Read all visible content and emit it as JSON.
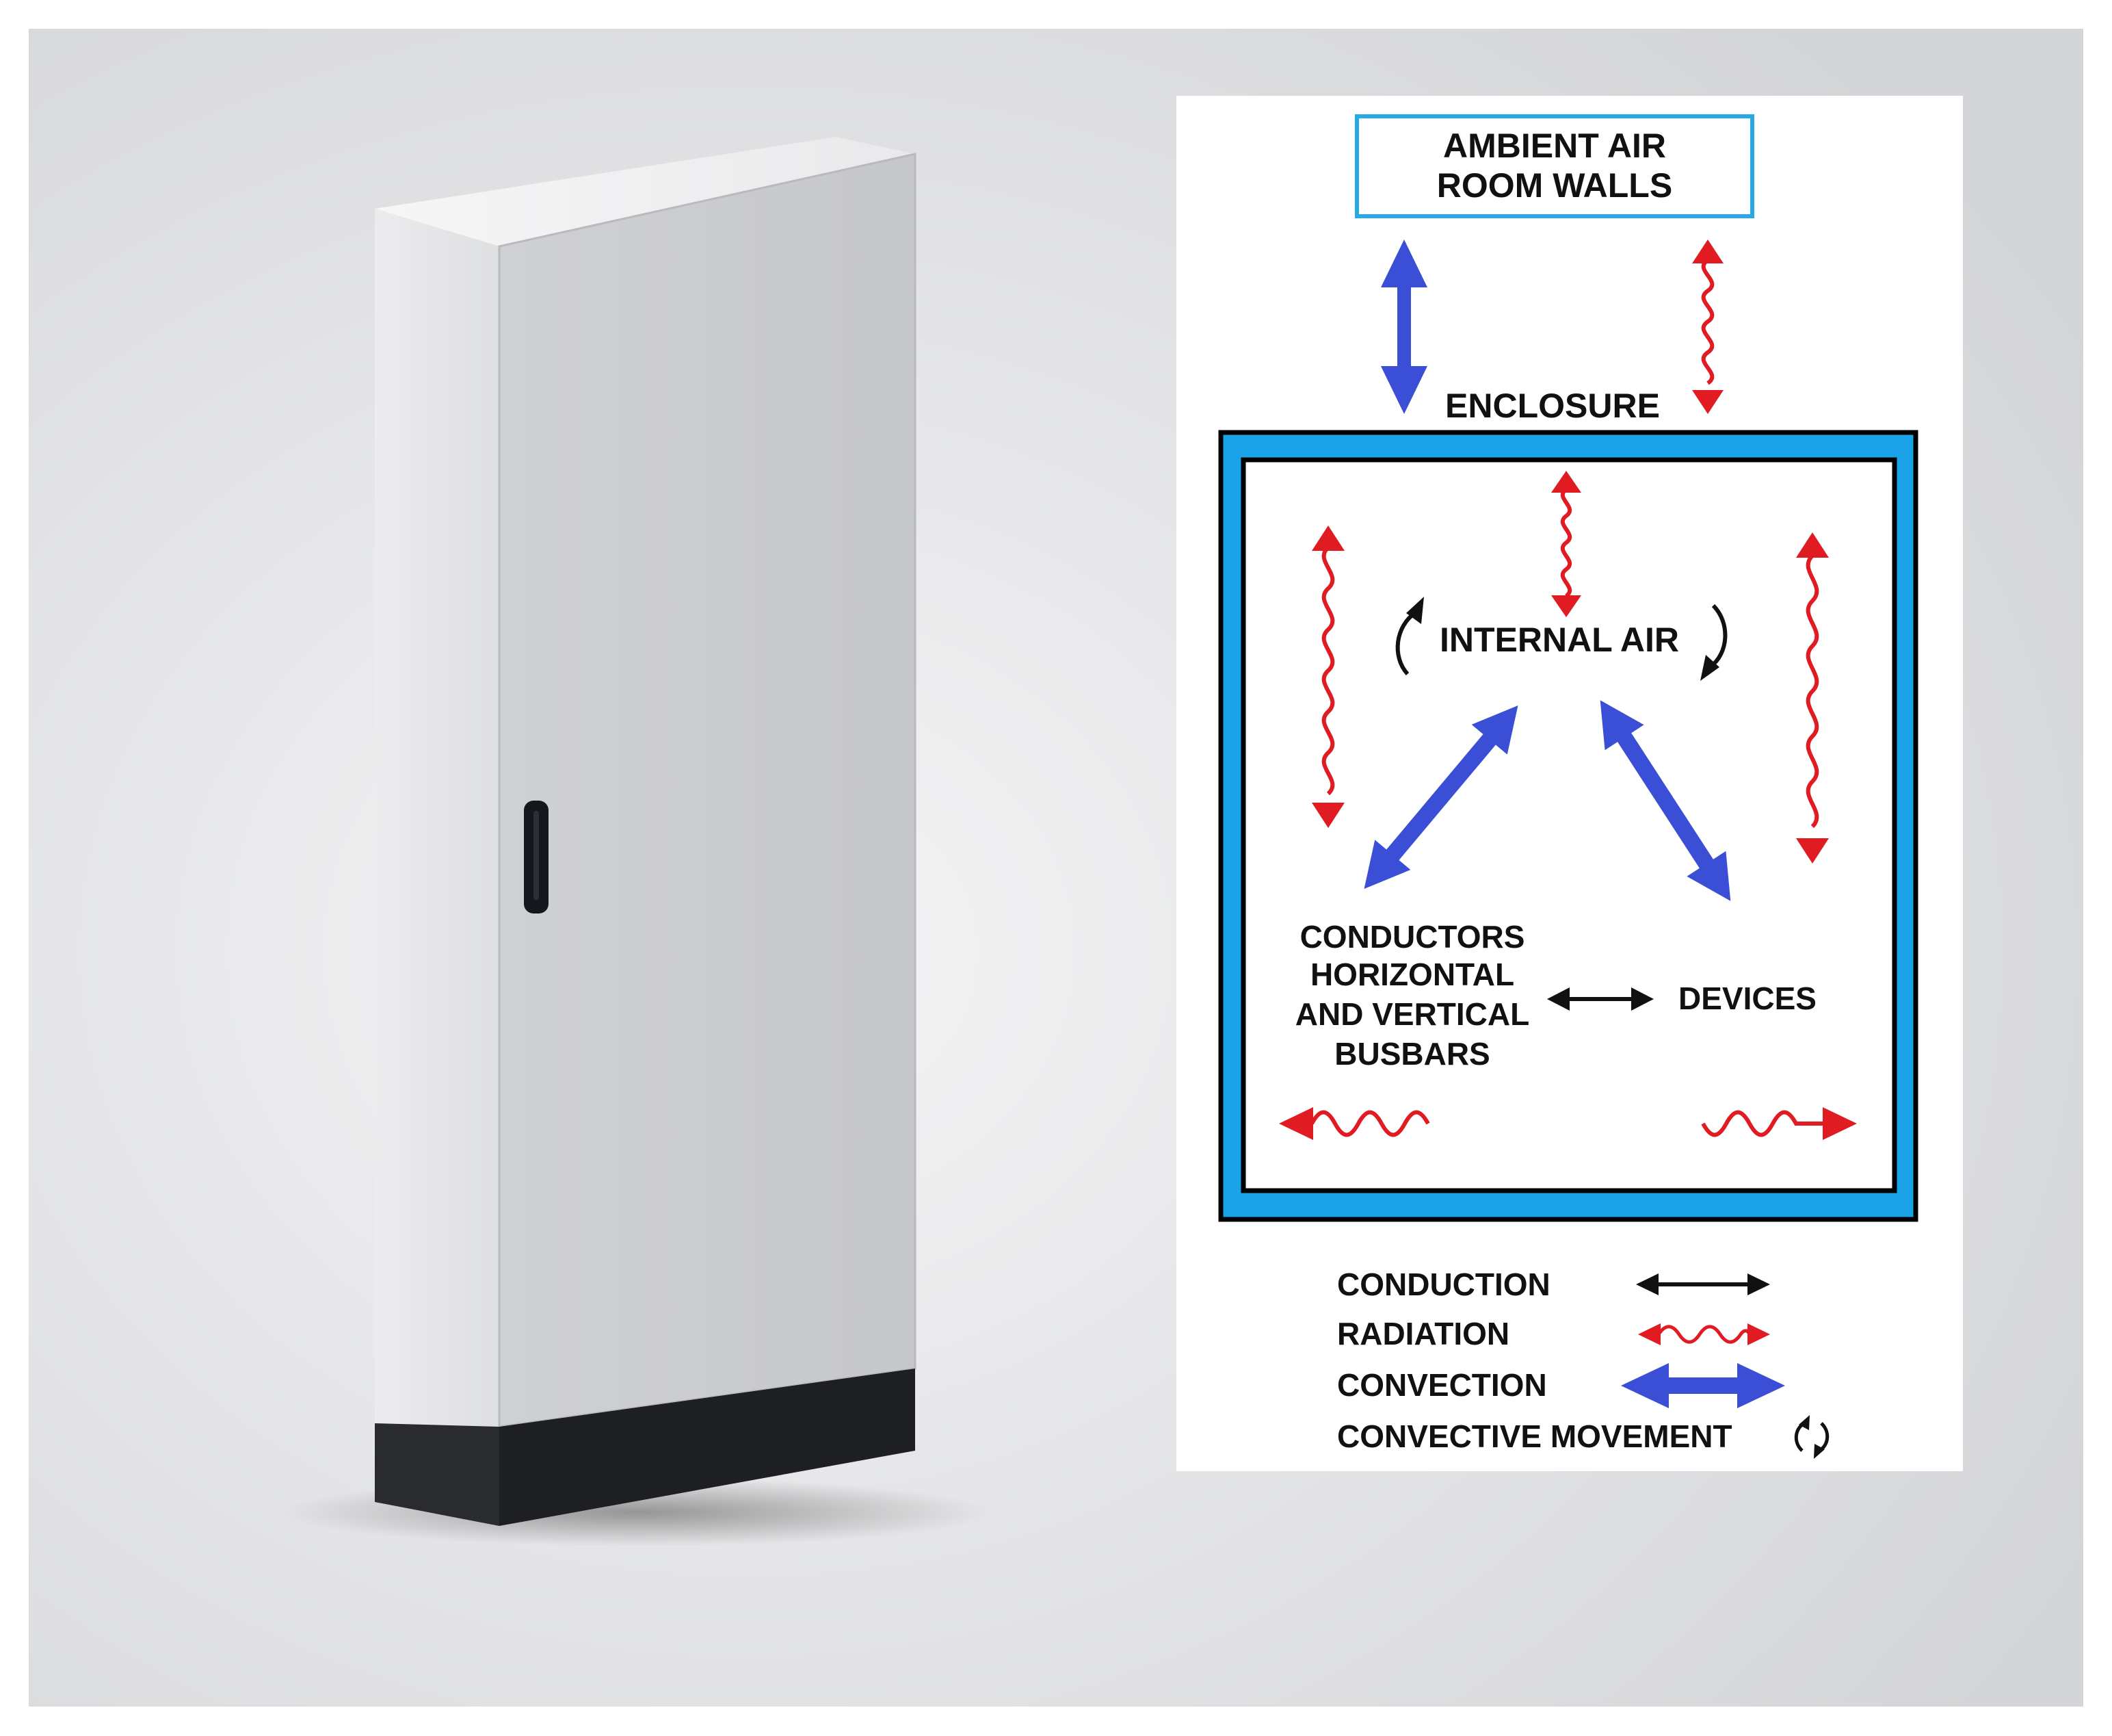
{
  "diagram": {
    "ambient_box": {
      "line1": "AMBIENT AIR",
      "line2": "ROOM WALLS"
    },
    "enclosure_label": "ENCLOSURE",
    "internal_air_label": "INTERNAL AIR",
    "conductors_label": [
      "CONDUCTORS",
      "HORIZONTAL",
      "AND VERTICAL",
      "BUSBARS"
    ],
    "devices_label": "DEVICES",
    "legend": [
      {
        "label": "CONDUCTION",
        "symbol": "black-double-arrow"
      },
      {
        "label": "RADIATION",
        "symbol": "red-wavy-arrow"
      },
      {
        "label": "CONVECTION",
        "symbol": "blue-thick-arrow"
      },
      {
        "label": "CONVECTIVE MOVEMENT",
        "symbol": "curved-arrows"
      }
    ]
  },
  "colors": {
    "conduction": "#111111",
    "radiation": "#e01b22",
    "convection": "#3a4fd6",
    "enclosure_wall": "#1aa3e8",
    "ambient_box_border": "#29a8e6",
    "cabinet_body": "#d9dadc",
    "cabinet_plinth": "#1e1f22"
  }
}
